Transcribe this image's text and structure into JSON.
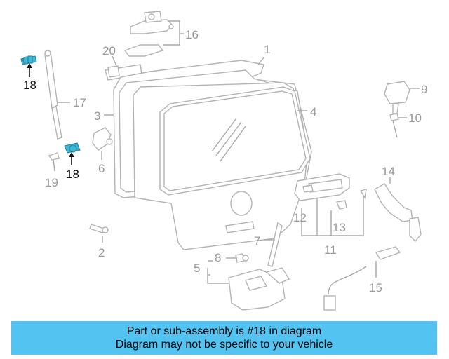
{
  "callouts": {
    "c1": "1",
    "c2": "2",
    "c3": "3",
    "c4": "4",
    "c5": "5",
    "c6": "6",
    "c7": "7",
    "c8": "8",
    "c9": "9",
    "c10": "10",
    "c11": "11",
    "c12": "12",
    "c13": "13",
    "c14": "14",
    "c15": "15",
    "c16": "16",
    "c17": "17",
    "c18a": "18",
    "c18b": "18",
    "c19": "19",
    "c20": "20"
  },
  "highlight_color": "#3ab8d8",
  "banner": {
    "line1": "Part or sub-assembly is #18 in diagram",
    "line2": "Diagram may not be specific to your vehicle",
    "background": "#53c3f1"
  }
}
